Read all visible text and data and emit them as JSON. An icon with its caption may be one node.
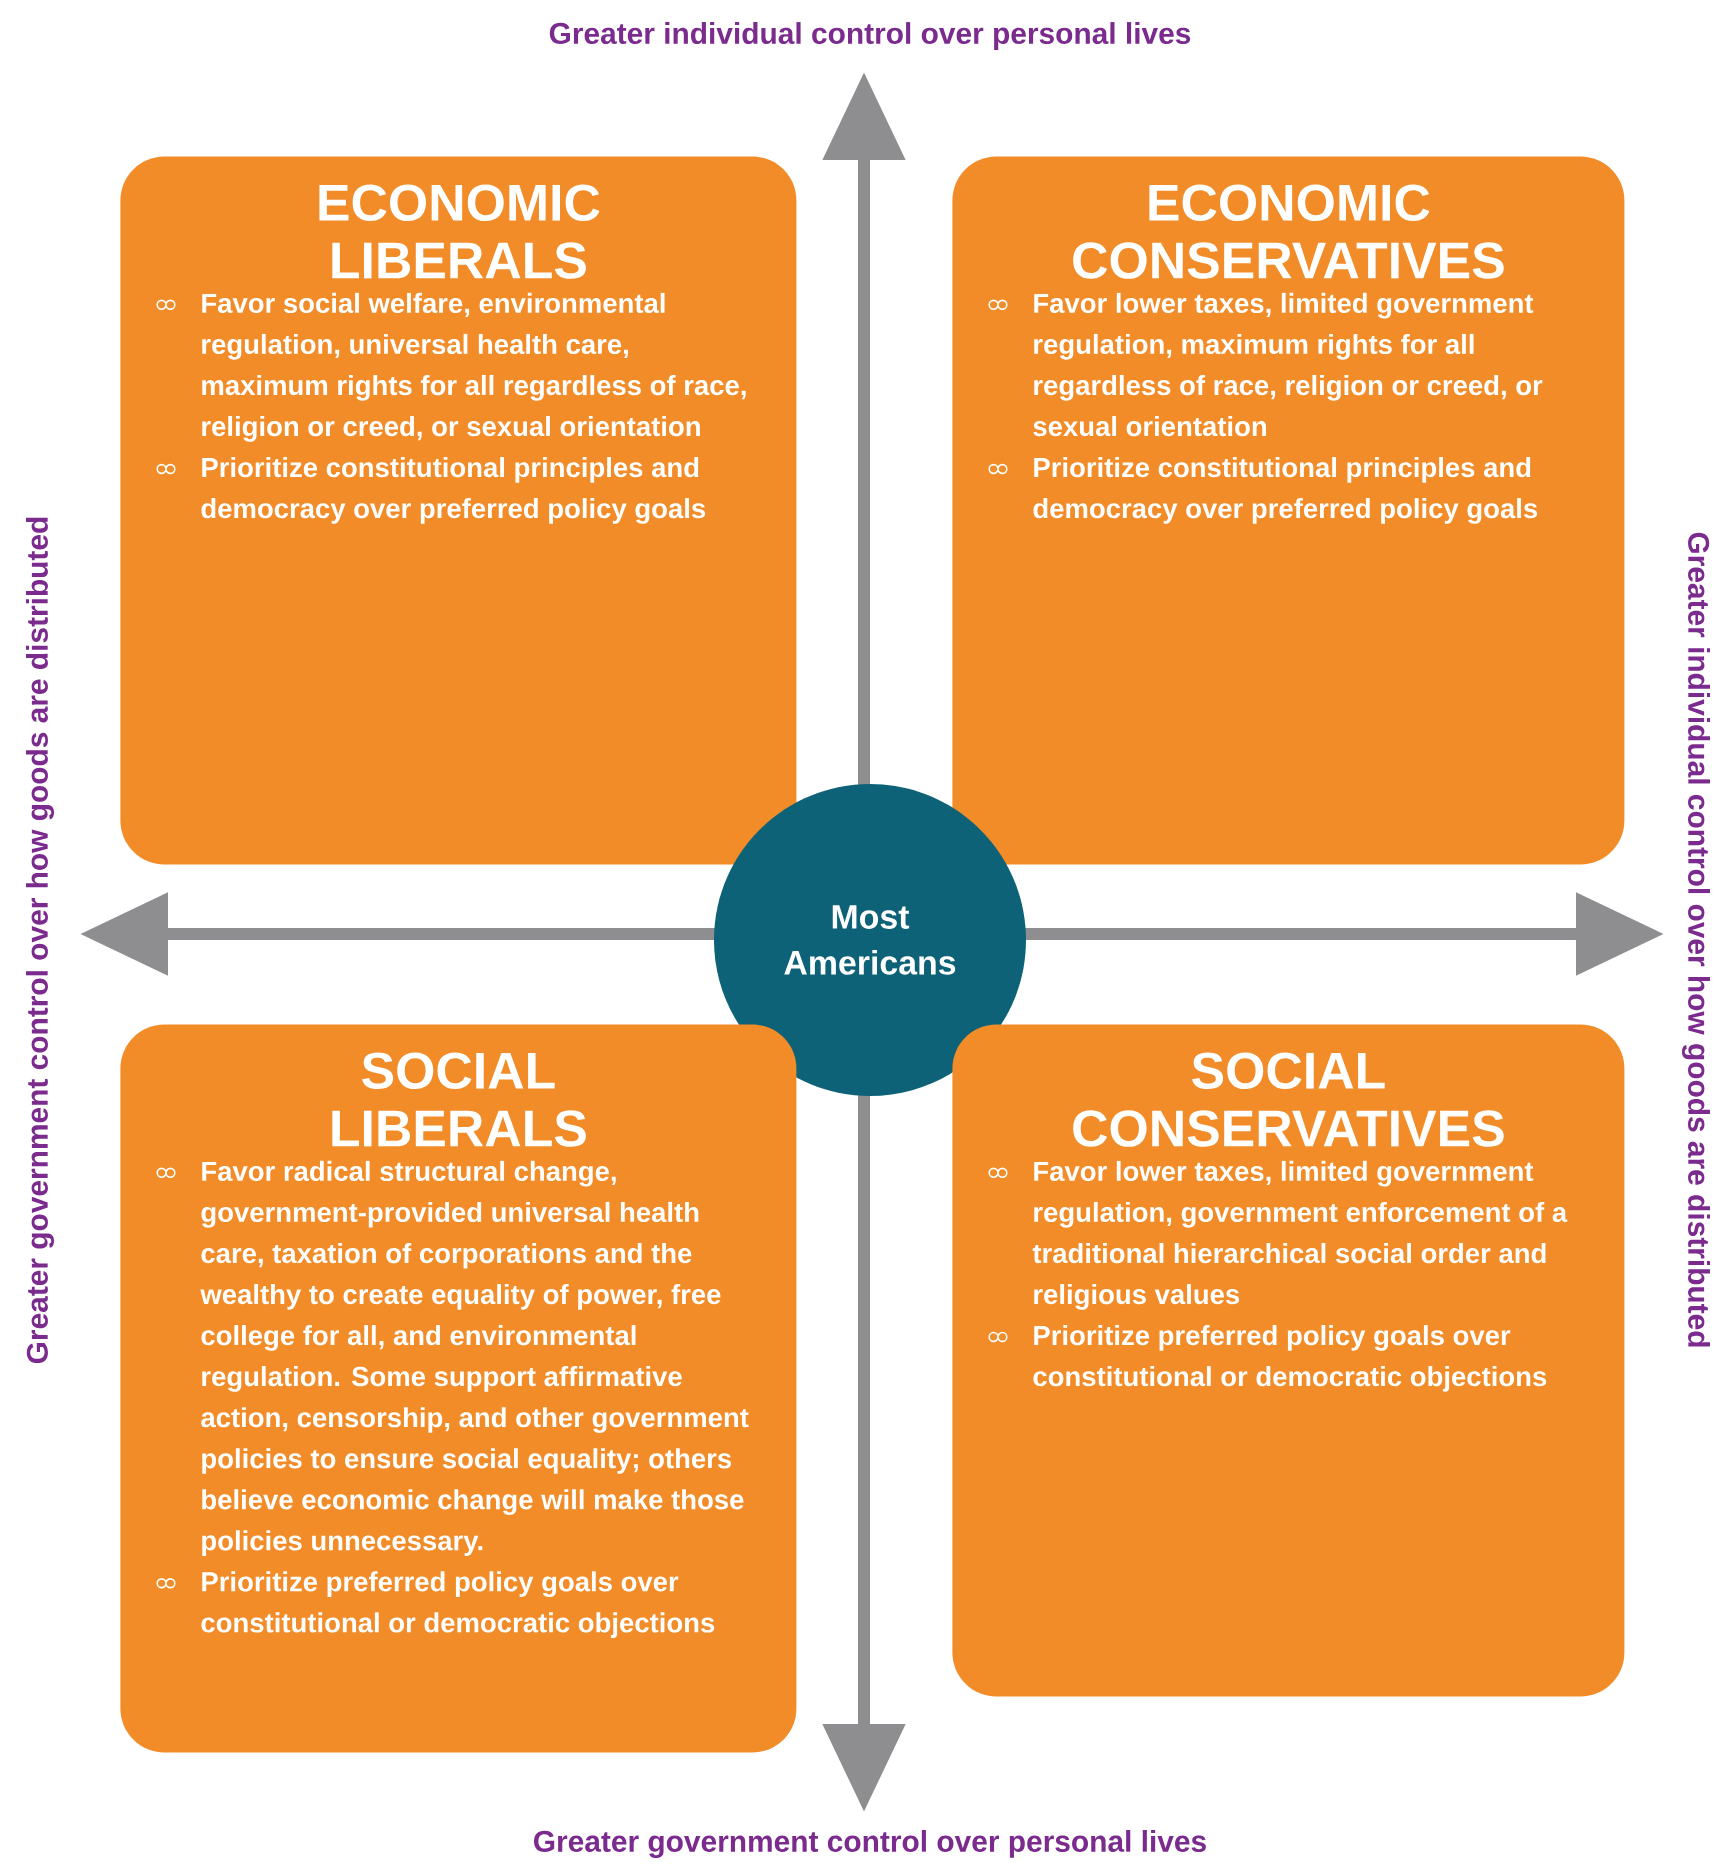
{
  "diagram": {
    "nodes": [
      {
        "text": [
          "ECONOMIC LIBERALS",
          "Favor social welfare, environmental regulation, universal health care, maximum rights for all regardless of race, religion or creed, or sexual orientation",
          "Prioritize constitutional principles and democracy over preferred policy goals"
        ]
      },
      {
        "text": [
          "ECONOMIC CONSERVATIVES",
          "Favor lower taxes, limited government regulation, maximum rights for all regardless of race, religion or creed, or sexual orientation",
          "Prioritize constitutional principles and democracy over preferred policy goals"
        ]
      },
      {
        "text": [
          "Most Americans"
        ]
      },
      {
        "text": [
          "SOCIAL LIBERALS",
          "Favor radical structural change, government-provided universal health care, taxation of corporations and the wealthy to create equality of power, free college for all, and environmental regulation. Some support affirmative action, censorship, and other government policies to ensure social equality; others believe economic change will make those policies unnecessary.",
          "Prioritize preferred policy goals over constitutional or democratic objections"
        ]
      },
      {
        "text": [
          "SOCIAL CONSERVATIVES",
          "Favor lower taxes, limited government regulation, government enforcement of a traditional hierarchical social order and religious values",
          "Prioritize preferred policy goals over constitutional or democratic objections"
        ]
      }
    ],
    "edges": [],
    "labels": [
      "Greater individual control over personal lives",
      "Greater government control over how goods are distributed",
      "Greater individual control over how goods are distributed",
      "Greater government control over personal lives"
    ]
  }
}
